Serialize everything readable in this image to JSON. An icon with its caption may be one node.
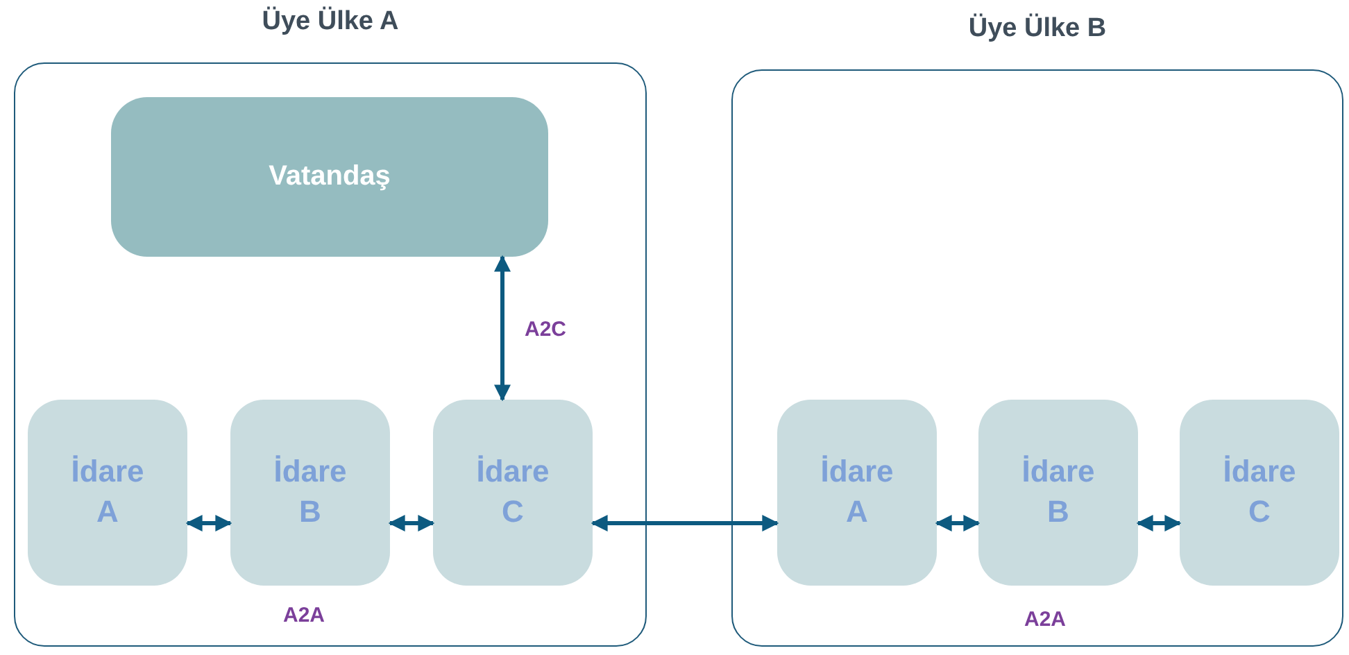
{
  "diagram": {
    "nodes": [
      {
        "text": [
          "Üye Ülke A"
        ]
      },
      {
        "text": [
          "Vatandaş"
        ],
        "in": 0
      },
      {
        "text": [
          "İdare A"
        ],
        "in": 0
      },
      {
        "text": [
          "İdare B"
        ],
        "in": 0
      },
      {
        "text": [
          "İdare C"
        ],
        "in": 0
      },
      {
        "text": [
          "Üye Ülke B"
        ]
      },
      {
        "text": [
          "İdare A"
        ],
        "in": 5
      },
      {
        "text": [
          "İdare B"
        ],
        "in": 5
      },
      {
        "text": [
          "İdare C"
        ],
        "in": 5
      }
    ],
    "edges": [
      {
        "from": 1,
        "to": 4,
        "arrow": "both",
        "label": "A2C"
      },
      {
        "from": 2,
        "to": 3,
        "arrow": "both"
      },
      {
        "from": 3,
        "to": 4,
        "arrow": "both"
      },
      {
        "from": 4,
        "to": 6,
        "arrow": "both"
      },
      {
        "from": 6,
        "to": 7,
        "arrow": "both"
      },
      {
        "from": 7,
        "to": 8,
        "arrow": "both"
      }
    ],
    "labels": [
      "A2A",
      "A2A"
    ]
  }
}
